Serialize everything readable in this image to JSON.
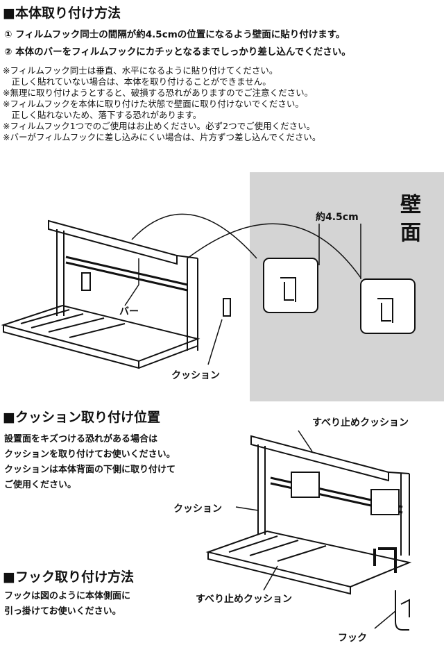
{
  "section1": {
    "title": "■本体取り付け方法",
    "steps": [
      "① フィルムフック同士の間隔が約4.5cmの位置になるよう壁面に貼り付けます。",
      "② 本体のバーをフィルムフックにカチッとなるまでしっかり差し込んでください。"
    ],
    "notes": [
      "※フィルムフック同士は垂直、水平になるように貼り付けてください。",
      "　正しく貼れていない場合は、本体を取り付けることができません。",
      "※無理に取り付けようとすると、破損する恐れがありますのでご注意ください。",
      "※フィルムフックを本体に取り付けた状態で壁面に取り付けないでください。",
      "　正しく貼れないため、落下する恐れがあります。",
      "※フィルムフック1つでのご使用はお止めください。必ず2つでご使用ください。",
      "※バーがフィルムフックに差し込みにくい場合は、片方ずつ差し込んでください。"
    ],
    "figure": {
      "wall": "壁",
      "wall2": "面",
      "distance": "約4.5cm",
      "bar": "バー",
      "cushion": "クッション"
    }
  },
  "section2": {
    "title": "■クッション取り付け位置",
    "lines": [
      "設置面をキズつける恐れがある場合は",
      "クッションを取り付けてお使いください。",
      "クッションは本体背面の下側に取り付けて",
      "ご使用ください。"
    ],
    "figure": {
      "top_cushion": "すべり止めクッション",
      "cushion": "クッション",
      "bottom_cushion": "すべり止めクッション",
      "hook": "フック"
    }
  },
  "section3": {
    "title": "■フック取り付け方法",
    "lines": [
      "フックは図のように本体側面に",
      "引っ掛けてお使いください。"
    ]
  }
}
